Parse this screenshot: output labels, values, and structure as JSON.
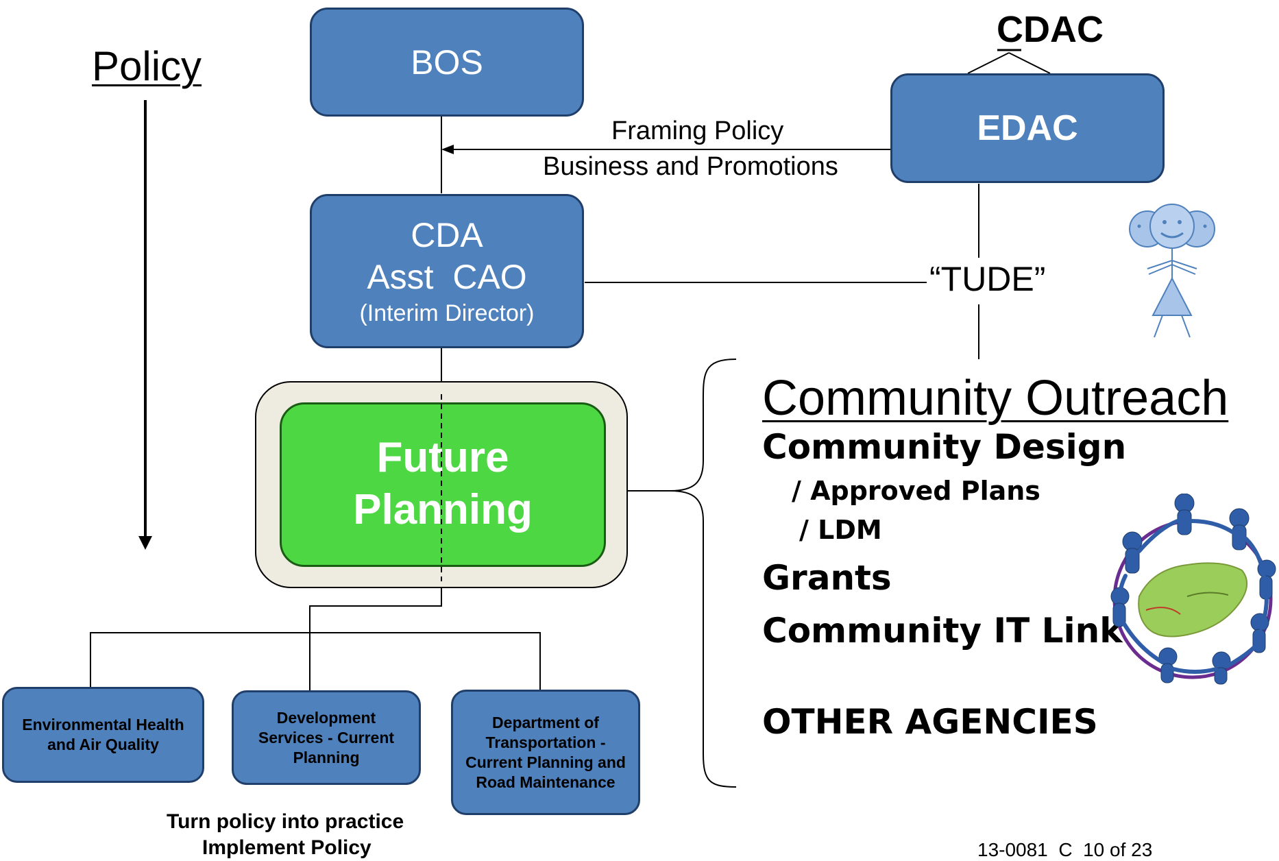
{
  "policy": {
    "label": "Policy"
  },
  "boxes": {
    "bos": "BOS",
    "cdac": "CDAC",
    "edac": "EDAC",
    "cda_line1": "CDA",
    "cda_line2": "Asst  CAO",
    "cda_line3": "(Interim Director)",
    "future_line1": "Future",
    "future_line2": "Planning"
  },
  "arrow_labels": {
    "framing_policy": "Framing Policy",
    "business_promotions": "Business and Promotions",
    "tude": "“TUDE”"
  },
  "departments": [
    {
      "label": "Environmental Health and Air Quality"
    },
    {
      "label": "Development Services - Current Planning"
    },
    {
      "label": "Department of Transportation  - Current Planning and Road Maintenance"
    }
  ],
  "outreach": {
    "title": "Community Outreach",
    "community_design": "Community Design",
    "approved_plans": "/ Approved Plans",
    "ldm": "/ LDM",
    "grants": "Grants",
    "it_link": "Community IT Link",
    "other_agencies": "OTHER AGENCIES"
  },
  "footer": {
    "line1": "Turn policy into practice",
    "line2": "Implement Policy",
    "page_ref": "13-0081  C  10 of 23"
  },
  "colors": {
    "box_blue": "#4f81bd",
    "box_border": "#1f3e6a",
    "green": "#4dd843",
    "green_border": "#1a5c14",
    "frame": "#eeece1"
  },
  "icons": {
    "stick_figure": "smiley-stick-figure-icon",
    "people_circle": "people-circle-map-icon"
  }
}
